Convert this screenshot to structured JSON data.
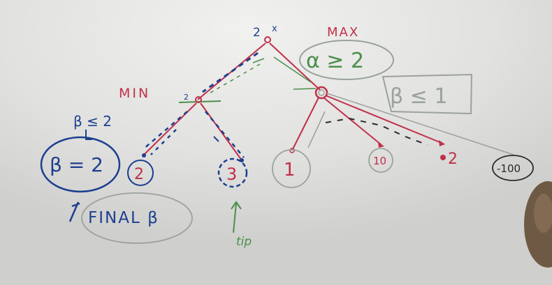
{
  "board": {
    "root_value": "2",
    "root_mark": "x",
    "max_label": "MAX",
    "min_label": "MIN",
    "alpha_bound": "α ≥ 2",
    "beta_bound": "β ≤ 1",
    "beta_upper": "β ≤ 2",
    "beta_result": "β = 2",
    "final_note": "FINAL β",
    "tip_note": "tip",
    "min_node_value": "2",
    "leaves": [
      "2",
      "3",
      "1",
      "10",
      "2",
      "-100"
    ]
  },
  "colors": {
    "board": "#dcdcda",
    "red": "#c0304a",
    "blue": "#1c3f8f",
    "green": "#4a8f4a",
    "black": "#2a2a2a",
    "grey_circle": "#9aa39a"
  }
}
